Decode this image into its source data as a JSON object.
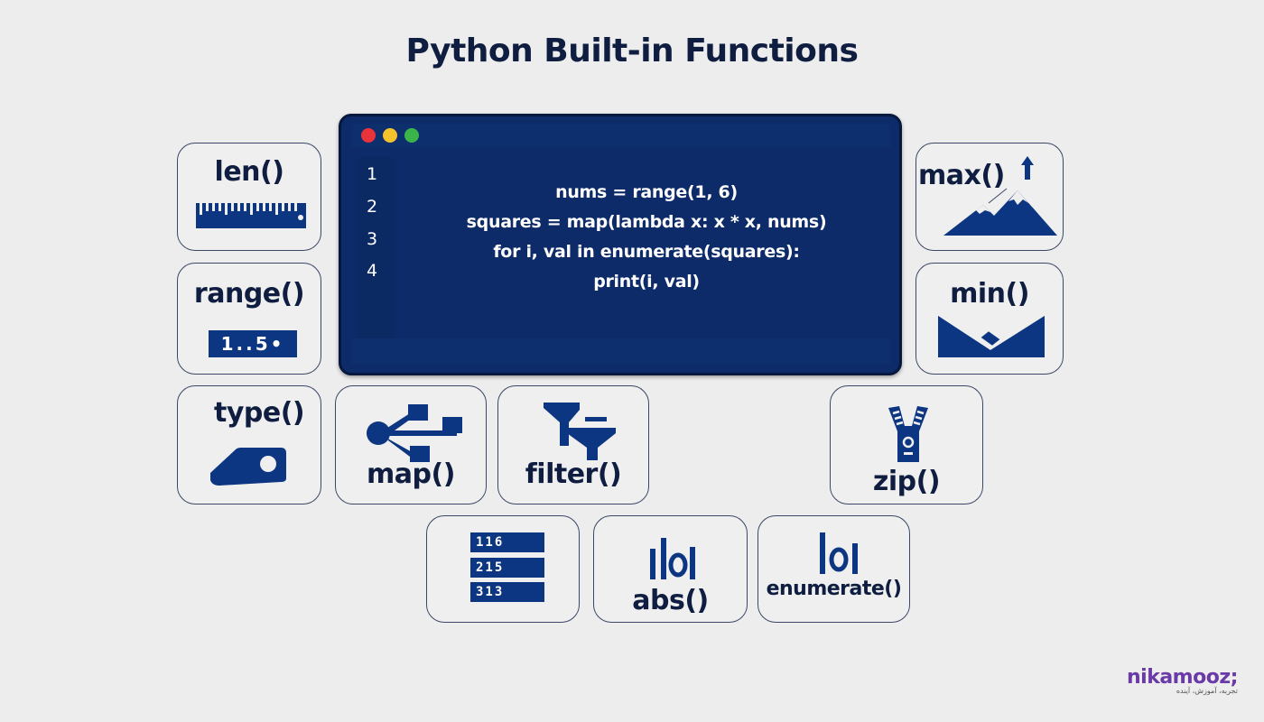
{
  "title": "Python Built-in Functions",
  "editor": {
    "window_buttons": [
      {
        "name": "close",
        "color": "#e8333b"
      },
      {
        "name": "minimize",
        "color": "#f2c32b"
      },
      {
        "name": "maximize",
        "color": "#3bb54a"
      }
    ],
    "line_numbers": [
      "1",
      "2",
      "3",
      "4"
    ],
    "code_lines": [
      "nums = range(1, 6)",
      "squares = map(lambda x: x * x, nums)",
      "for i, val in enumerate(squares):",
      "print(i, val)"
    ]
  },
  "cards": {
    "len": {
      "label": "len()",
      "icon": "ruler-icon"
    },
    "range": {
      "label": "range()",
      "icon": "range-sequence-icon",
      "icon_text": "1..5•"
    },
    "type": {
      "label": "type()",
      "icon": "tag-icon"
    },
    "map": {
      "label": "map()",
      "icon": "branching-usb-icon"
    },
    "filter": {
      "label": "filter()",
      "icon": "funnel-icon"
    },
    "max": {
      "label": "max()",
      "icon": "mountain-peak-icon"
    },
    "min": {
      "label": "min()",
      "icon": "valley-icon"
    },
    "zip": {
      "label": "zip()",
      "icon": "zipper-icon"
    },
    "sorted": {
      "label": "",
      "icon": "number-list-icon",
      "values": [
        "116",
        "215",
        "313"
      ]
    },
    "abs": {
      "label": "abs()",
      "icon": "absolute-bars-icon",
      "icon_text": "|0|"
    },
    "enumerate": {
      "label": "enumerate()",
      "icon": "index-bars-icon",
      "icon_text": "|0|"
    }
  },
  "brand": {
    "name": "nikamooz;",
    "tagline": "تجربه، آموزش، آینده",
    "color": "#6a3aa8"
  },
  "colors": {
    "primary_navy": "#0c3582",
    "text_navy": "#0f1d40",
    "editor_bg": "#0c2b68",
    "page_bg": "#ededed"
  }
}
